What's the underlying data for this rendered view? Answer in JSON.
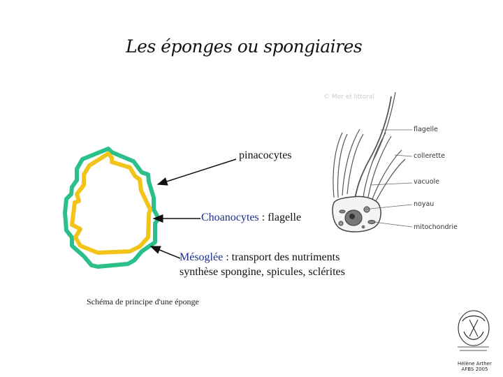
{
  "title": "Les éponges ou spongiaires",
  "labels": {
    "pinacocytes": "pinacocytes",
    "choanocytes_term": "Choanocytes",
    "choanocytes_rest": " : flagelle",
    "mesoglee_term": "Mésoglée",
    "mesoglee_rest": " : transport des nutriments",
    "mesoglee_line2": "synthèse spongine, spicules, sclérites"
  },
  "caption": "Schéma de principe d'une éponge",
  "cell_diagram": {
    "copyright": "© Mer et littoral",
    "parts": [
      "flagelle",
      "collerette",
      "vacuole",
      "noyau",
      "mitochondrie"
    ]
  },
  "author": {
    "line1": "Hélène Arther",
    "line2": "AFBS 2005"
  },
  "colors": {
    "pinacoderm": "#2bbf8a",
    "choanoderm": "#f2c318",
    "highlight": "#1c2f8c"
  }
}
